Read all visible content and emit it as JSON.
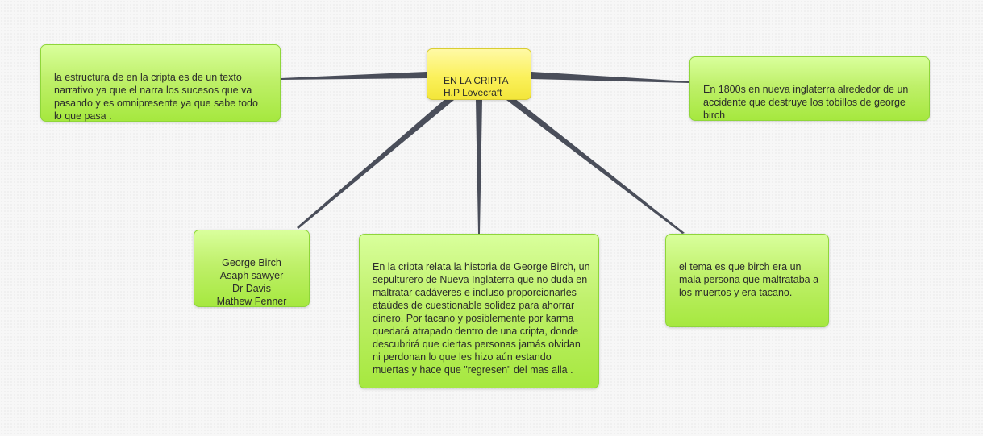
{
  "central_topic": {
    "text": "EN LA CRIPTA\nH.P Lovecraft"
  },
  "branches": {
    "structure": "la estructura de en la cripta es de un texto narrativo ya que el narra los sucesos que va pasando y es omnipresente ya que sabe todo lo que pasa .",
    "setting": "En 1800s en nueva inglaterra alrededor de un accidente que destruye los tobillos de george birch",
    "characters": "George Birch\nAsaph sawyer\nDr Davis\nMathew Fenner",
    "summary": "En la cripta relata la historia de George Birch, un sepulturero de Nueva Inglaterra que no duda en maltratar cadáveres e incluso proporcionarles ataúdes de cuestionable solidez para ahorrar dinero. Por tacano y posiblemente por karma  quedará atrapado dentro de una cripta, donde descubrirá que ciertas personas jamás olvidan ni perdonan lo que les hizo aún estando muertas y hace que \"regresen\" del mas alla .",
    "theme": "el tema es que  birch era un mala persona que maltrataba a los muertos y era tacano."
  },
  "colors": {
    "central_fill": "#fbf15c",
    "branch_fill": "#bff06a",
    "branch_border": "#8fd63a",
    "connector": "#4a4e5a"
  }
}
